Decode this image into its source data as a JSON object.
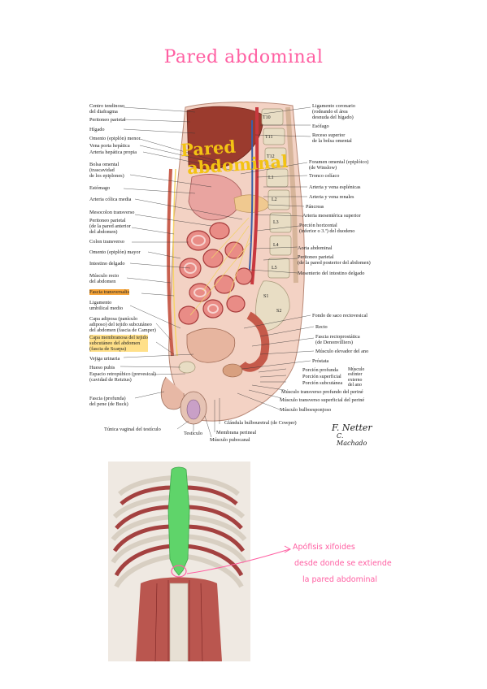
{
  "page": {
    "title": "Pared abdominal",
    "handwritten_overlay": [
      "Pared",
      "abdominal"
    ],
    "signature": "F. Netter",
    "signature2": "C. Machado"
  },
  "labels_left": [
    "Centro tendinoso\ndel diafragma",
    "Peritoneo parietal",
    "Hígado",
    "Omento (epiplón) menor",
    "Vena porta hepática",
    "Arteria hepática propia",
    "Bolsa omental\n(trascavidad\nde los epiplones)",
    "Estómago",
    "Arteria cólica media",
    "Mesocolon transverso",
    "Peritoneo parietal\n(de la pared anterior\ndel abdomen)",
    "Colon transverso",
    "Omento (epiplón) mayor",
    "Intestino delgado",
    "Músculo recto\ndel abdomen",
    "Fascia transversalis",
    "Ligamento\numbilical medio",
    "Capa adiposa (panículo\nadiposo) del tejido subcutáneo\ndel abdomen (fascia de Camper)",
    "Capa membranosa del tejido\nsubcutáneo del abdomen\n(fascia de Scarpa)",
    "Vejiga urinaria",
    "Hueso pubis",
    "Espacio retropúbico (prevesical)\n(cavidad de Retzius)",
    "Fascia (profunda)\ndel pene (de Buck)",
    "Túnica vaginal del testículo",
    "Testículo",
    "Músculo pubocanal"
  ],
  "labels_right": [
    "Ligamento coronario\n(rodeando el área\ndesnuda del hígado)",
    "Esófago",
    "Receso superior\nde la bolsa omental",
    "Foramen omental (epiplóico)\n(de Winslow)",
    "Tronco celíaco",
    "Arteria y vena esplénicas",
    "Arteria y vena renales",
    "Páncreas",
    "Arteria mesentérica superior",
    "Porción horizontal\n(inferior o 3.ª) del duodeno",
    "Aorta abdominal",
    "Peritoneo parietal\n(de la pared posterior del abdomen)",
    "Mesenterio del intestino delgado",
    "Fondo de saco rectovesical",
    "Recto",
    "Fascia rectoprostática\n(de Denonvilliers)",
    "Músculo elevador del ano",
    "Próstata",
    "Porción profunda",
    "Porción superficial",
    "Porción subcutánea",
    "Músculo\nesfínter\nexterno\ndel ano",
    "Músculo transverso profundo del periné",
    "Músculo transverso superficial del periné",
    "Músculo bulboesponjoso",
    "Glándula bulbouretral (de Cowper)",
    "Membrana perineal"
  ],
  "vertebrae": [
    "T10",
    "T11",
    "T12",
    "L1",
    "L2",
    "L3",
    "L4",
    "L5",
    "S1",
    "S2"
  ],
  "note_lines": [
    "Apófisis xifoides",
    "desde donde se extiende",
    "la pared abdominal"
  ],
  "colors": {
    "title": "#ff5fa2",
    "highlight_orange": "#f6a53a",
    "highlight_yellow": "#ffe08a",
    "handwriting_yellow": "#f3c313",
    "note_pink": "#ff5fa2",
    "organ_red": "#c8383e",
    "organ_pink": "#e9a4a0",
    "bone": "#e8ddc4",
    "muscle": "#9c2f2f",
    "xiphoid_green": "#5fd46a"
  }
}
